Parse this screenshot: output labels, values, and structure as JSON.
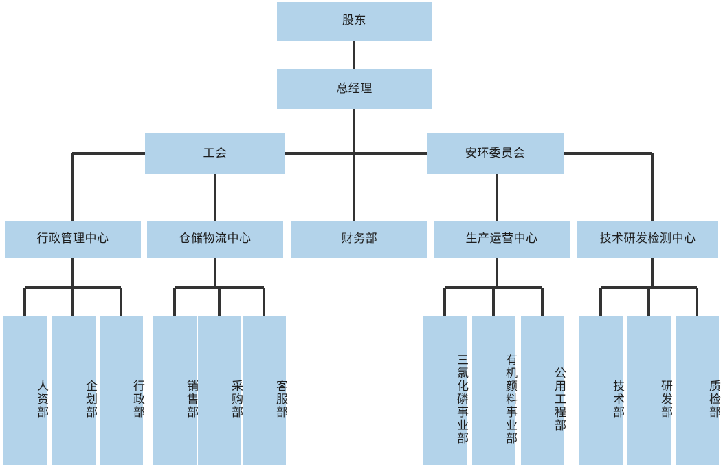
{
  "page": {
    "title": "组织架构图",
    "box_fill": "#b3d3ea",
    "line_color": "#333333",
    "background": "#ffffff",
    "text_color": "#1d1d1d"
  },
  "nodes": {
    "shareholders": {
      "label": "股东"
    },
    "general_manager": {
      "label": "总经理"
    },
    "labor_union": {
      "label": "工会"
    },
    "safety_env_committee": {
      "label": "安环委员会"
    },
    "admin_mgmt_center": {
      "label": "行政管理中心"
    },
    "warehouse_logistics_center": {
      "label": "仓储物流中心"
    },
    "finance_dept": {
      "label": "财务部"
    },
    "production_ops_center": {
      "label": "生产运营中心"
    },
    "tech_rd_testing_center": {
      "label": "技术研发检测中心"
    },
    "hr_dept": {
      "label": "人资部"
    },
    "planning_dept": {
      "label": "企划部"
    },
    "administration_dept": {
      "label": "行政部"
    },
    "sales_dept": {
      "label": "销售部"
    },
    "procurement_dept": {
      "label": "采购部"
    },
    "customer_service_dept": {
      "label": "客服部"
    },
    "pcl3_division": {
      "label": "三氯化磷事业部"
    },
    "organic_pigment_division": {
      "label": "有机颜料事业部"
    },
    "utilities_engineering_dept": {
      "label": "公用工程部"
    },
    "technology_dept": {
      "label": "技术部"
    },
    "rd_dept": {
      "label": "研发部"
    },
    "quality_inspection_dept": {
      "label": "质检部"
    }
  }
}
